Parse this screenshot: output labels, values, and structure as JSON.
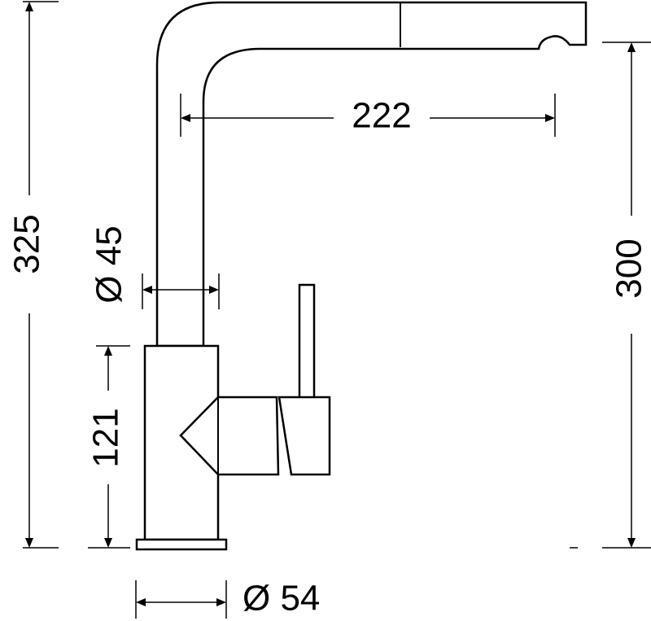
{
  "dimensions": {
    "total_height": "325",
    "spout_height": "300",
    "spout_reach": "222",
    "spout_diameter": "Ø 45",
    "body_height": "121",
    "base_diameter": "Ø 54"
  },
  "colors": {
    "line": "#000000",
    "background": "#ffffff"
  }
}
